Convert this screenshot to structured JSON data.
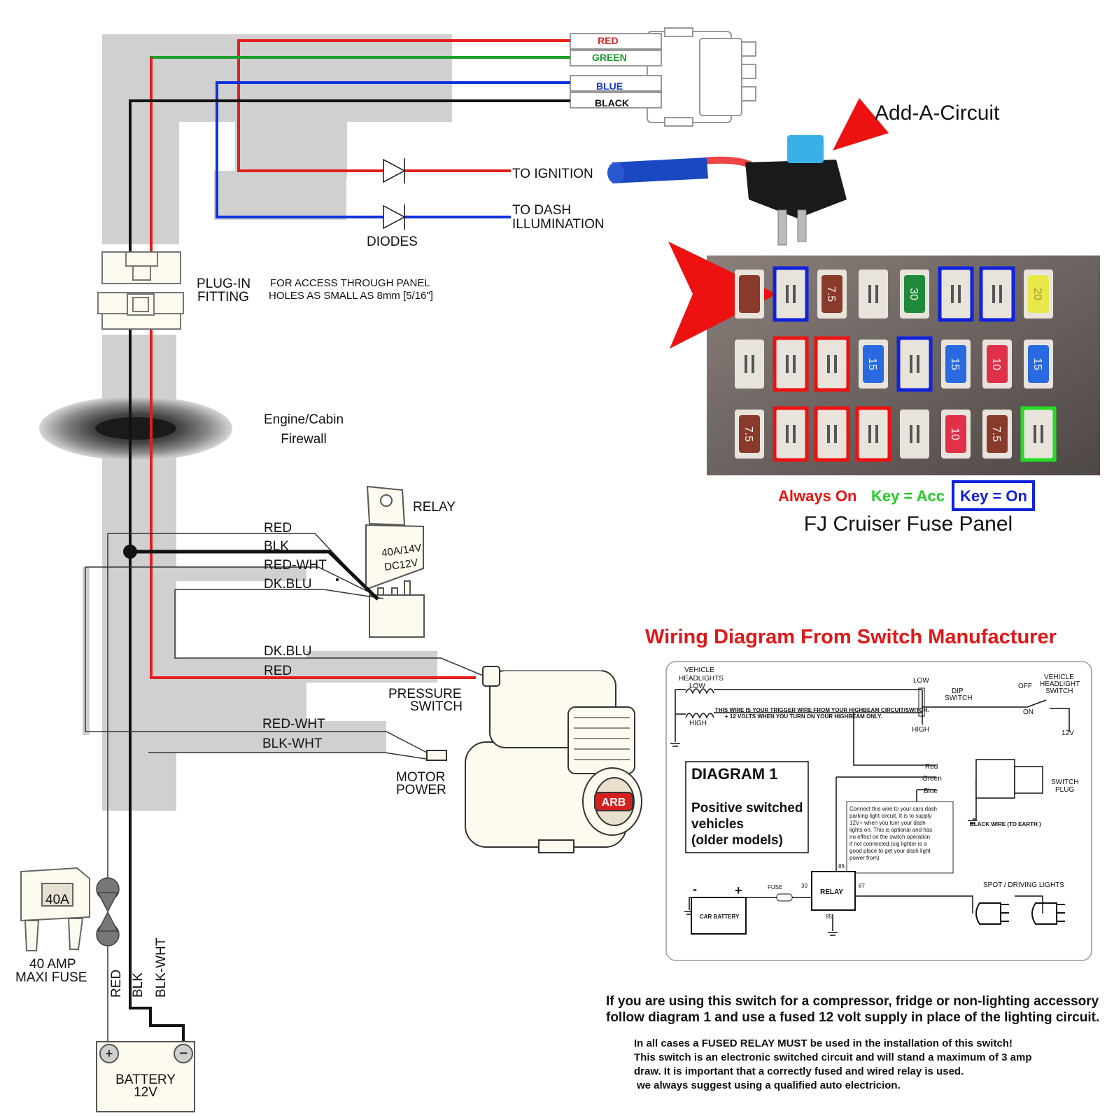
{
  "connector": {
    "red": "RED",
    "green": "GREEN",
    "blue": "BLUE",
    "black": "BLACK"
  },
  "labels": {
    "to_ignition": "TO IGNITION",
    "to_dash_1": "TO DASH",
    "to_dash_2": "ILLUMINATION",
    "diodes": "DIODES",
    "plugin_1": "PLUG-IN",
    "plugin_2": "FITTING",
    "access_1": "FOR ACCESS THROUGH PANEL",
    "access_2": "HOLES AS SMALL AS 8mm [5/16\"]",
    "firewall_1": "Engine/Cabin",
    "firewall_2": "Firewall",
    "relay": "RELAY",
    "relay_face_1": "40A/14V",
    "relay_face_2": "DC12V",
    "relay_red": "RED",
    "relay_blk": "BLK",
    "relay_redwht": "RED-WHT",
    "relay_dkblu": "DK.BLU",
    "ps_dkblu": "DK.BLU",
    "ps_red": "RED",
    "pressure_1": "PRESSURE",
    "pressure_2": "SWITCH",
    "motor_redwht": "RED-WHT",
    "motor_blkwht": "BLK-WHT",
    "motor_1": "MOTOR",
    "motor_2": "POWER",
    "fuse_face": "40A",
    "fuse_1": "40 AMP",
    "fuse_2": "MAXI FUSE",
    "v_red": "RED",
    "v_blk": "BLK",
    "v_blkwht": "BLK-WHT",
    "battery_1": "BATTERY",
    "battery_2": "12V",
    "compressor_logo": "ARB"
  },
  "addacircuit": {
    "title": "Add-A-Circuit"
  },
  "fuse_panel": {
    "title": "FJ Cruiser Fuse Panel",
    "legend_always": "Always On",
    "legend_acc": "Key = Acc",
    "legend_on": "Key = On",
    "colors": {
      "always": "#ee1111",
      "acc": "#22dd22",
      "on": "#1122dd"
    },
    "rows": [
      [
        {
          "fuse": "brown",
          "mark": ""
        },
        {
          "fuse": "empty",
          "mark": "on"
        },
        {
          "fuse": "brown",
          "label": "7.5",
          "mark": ""
        },
        {
          "fuse": "empty",
          "mark": ""
        },
        {
          "fuse": "green",
          "label": "30",
          "mark": ""
        },
        {
          "fuse": "empty",
          "mark": "on"
        },
        {
          "fuse": "empty",
          "mark": "on"
        },
        {
          "fuse": "yellow",
          "label": "20",
          "mark": ""
        }
      ],
      [
        {
          "fuse": "empty",
          "mark": ""
        },
        {
          "fuse": "empty",
          "mark": "always"
        },
        {
          "fuse": "empty",
          "mark": "always"
        },
        {
          "fuse": "blue",
          "label": "15",
          "mark": ""
        },
        {
          "fuse": "empty",
          "mark": "on"
        },
        {
          "fuse": "blue",
          "label": "15",
          "mark": ""
        },
        {
          "fuse": "red",
          "label": "10",
          "mark": ""
        },
        {
          "fuse": "blue",
          "label": "15",
          "mark": ""
        }
      ],
      [
        {
          "fuse": "brown",
          "label": "7.5",
          "mark": ""
        },
        {
          "fuse": "empty",
          "mark": "always"
        },
        {
          "fuse": "empty",
          "mark": "always"
        },
        {
          "fuse": "empty",
          "mark": "always"
        },
        {
          "fuse": "empty",
          "mark": ""
        },
        {
          "fuse": "red",
          "label": "10",
          "mark": ""
        },
        {
          "fuse": "brown",
          "label": "7.5",
          "mark": ""
        },
        {
          "fuse": "empty",
          "mark": "acc"
        }
      ]
    ]
  },
  "manufacturer": {
    "title": "Wiring Diagram From Switch Manufacturer",
    "vehicle_headlights_1": "VEHICLE",
    "vehicle_headlights_2": "HEADLIGHTS",
    "low": "LOW",
    "high": "HIGH",
    "low_r": "LOW",
    "high_r": "HIGH",
    "dip_1": "DIP",
    "dip_2": "SWITCH",
    "off": "OFF",
    "on": "ON",
    "vh_switch_1": "VEHICLE",
    "vh_switch_2": "HEADLIGHT",
    "vh_switch_3": "SWITCH",
    "v12": "12V",
    "trigger_1": "THIS WIRE IS YOUR TRIGGER WIRE FROM YOUR HIGHBEAM CIRCUIT/SWITCH.",
    "trigger_2": "+ 12 VOLTS WHEN YOU TURN ON YOUR HIGHBEAM ONLY.",
    "diagram_title": "DIAGRAM 1",
    "diagram_desc_1": "Positive switched",
    "diagram_desc_2": "vehicles",
    "diagram_desc_3": "(older models)",
    "wire_red": "Red",
    "wire_green": "Green",
    "wire_blue": "Blue",
    "switch_plug_1": "SWITCH",
    "switch_plug_2": "PLUG",
    "black_wire": "BLACK WIRE  (TO EARTH )",
    "note": [
      "Connect this wire to your cars dash",
      "parking light circuit. It is to supply",
      "12V+ when you turn your dash",
      "lights on. This is optional and has",
      "no effect on the switch operation",
      "if not connected.(cig lighter is a",
      "good place to get your dash light",
      "power from)"
    ],
    "battery": "CAR BATTERY",
    "minus": "-",
    "plus": "+",
    "fuse": "FUSE",
    "relay": "RELAY",
    "pin30": "30",
    "pin85": "85",
    "pin86": "86",
    "pin87": "87",
    "spot": "SPOT / DRIVING LIGHTS"
  },
  "notes": {
    "line1": "If you are using this switch for a compressor, fridge or non-lighting accessory",
    "line2": "follow diagram 1 and use a fused 12 volt supply in place of the lighting circuit.",
    "line3": "In all cases a FUSED RELAY MUST be used in the installation of this switch!",
    "line4": "This switch is an electronic switched circuit and will stand a maximum of 3 amp",
    "line5": "draw. It is important that a correctly fused and wired relay is used.",
    "line6": "we always suggest using a qualified auto electricion."
  }
}
